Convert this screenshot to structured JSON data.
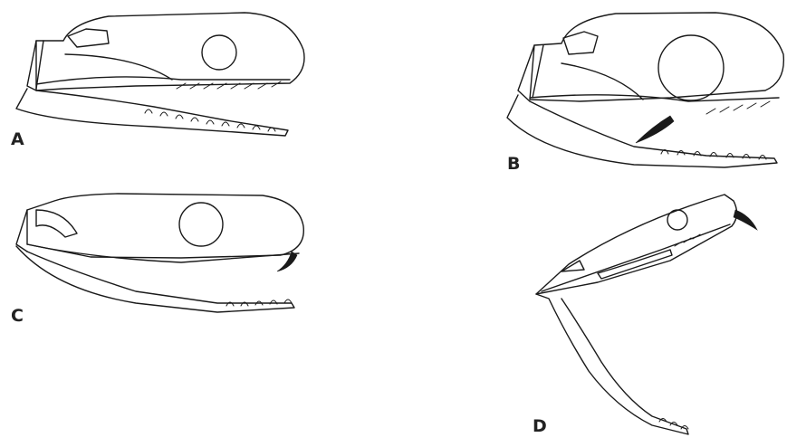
{
  "figure": {
    "panels": [
      {
        "id": "A",
        "label": "A"
      },
      {
        "id": "B",
        "label": "B"
      },
      {
        "id": "C",
        "label": "C"
      },
      {
        "id": "D",
        "label": "D"
      }
    ]
  },
  "colors": {
    "line": "#1a1a1a",
    "background": "#ffffff"
  }
}
